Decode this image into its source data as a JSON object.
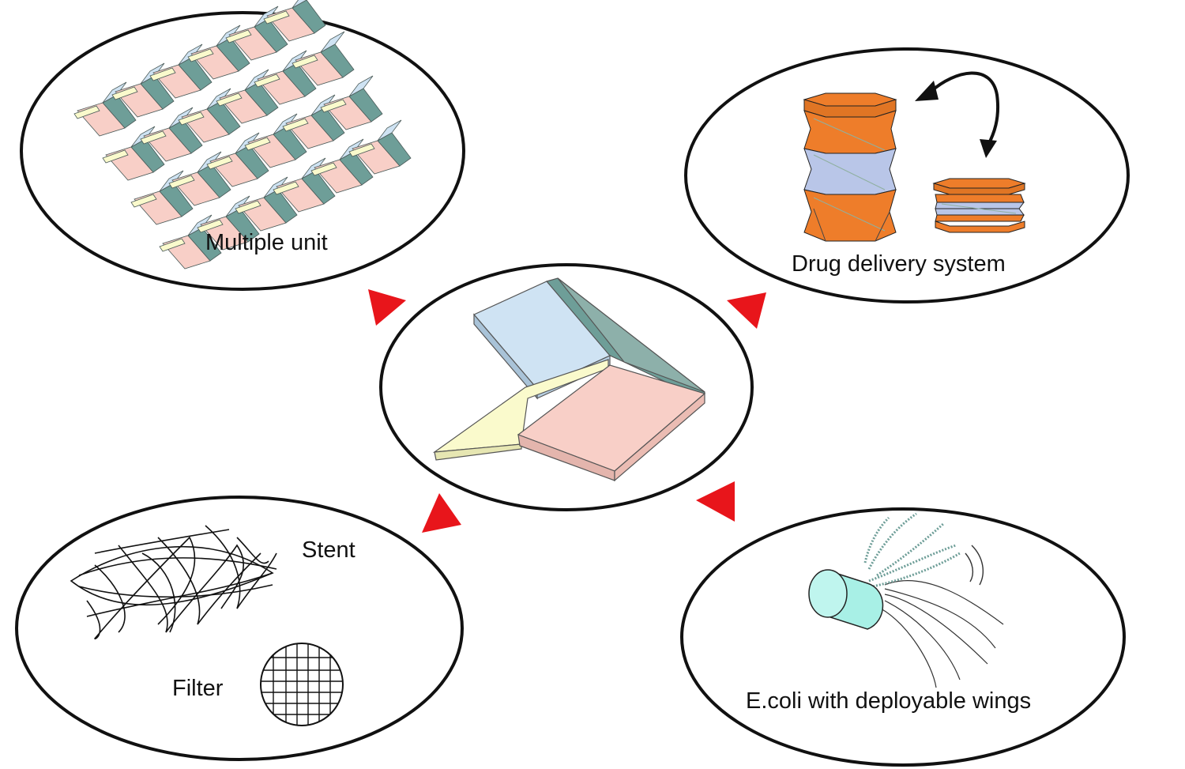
{
  "labels": {
    "multiple_unit": "Multiple unit",
    "drug_delivery": "Drug delivery system",
    "stent": "Stent",
    "filter": "Filter",
    "ecoli": "E.coli with deployable wings"
  },
  "colors": {
    "outline": "#111111",
    "arrow": "#e8151b",
    "blue_face": "#cfe3f3",
    "teal_face": "#6e9e98",
    "yellow_face": "#fafacc",
    "pink_face": "#f8cfc7",
    "orange": "#ee7d2a",
    "lavender": "#b9c6e8",
    "capsule": "#a8f0e6"
  },
  "icons": {
    "tessellation": "origami-tessellation-icon",
    "hex_column": "hexagonal-origami-column-icon",
    "folded_plates": "folded-plate-unit-icon",
    "stent_mesh": "stent-mesh-icon",
    "filter_disc": "filter-grid-icon",
    "bacterium": "ecoli-bacterium-icon"
  }
}
